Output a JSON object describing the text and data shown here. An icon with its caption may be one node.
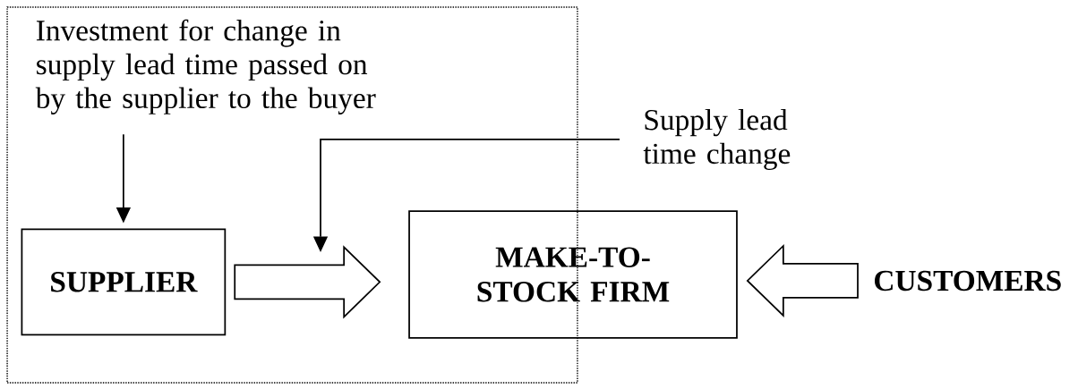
{
  "diagram": {
    "nodes": [
      {
        "text": [],
        "shape": "box"
      },
      {
        "text": [
          "Investment for change in supply lead time passed on by the supplier to the buyer"
        ],
        "in": 0
      },
      {
        "text": [
          "SUPPLIER"
        ],
        "in": 0
      },
      {
        "text": [
          "Supply lead time change"
        ]
      },
      {
        "text": [
          "MAKE-TO-STOCK FIRM"
        ]
      },
      {
        "text": [
          "CUSTOMERS"
        ]
      }
    ],
    "edges": [
      {
        "from": 1,
        "to": 2,
        "arrow": "to"
      },
      {
        "from": 2,
        "to": 4,
        "arrow": "to",
        "style": "thick"
      },
      {
        "from": 3,
        "to": null,
        "arrow": "to"
      },
      {
        "from": 5,
        "to": 4,
        "arrow": "to",
        "style": "thick"
      }
    ]
  }
}
